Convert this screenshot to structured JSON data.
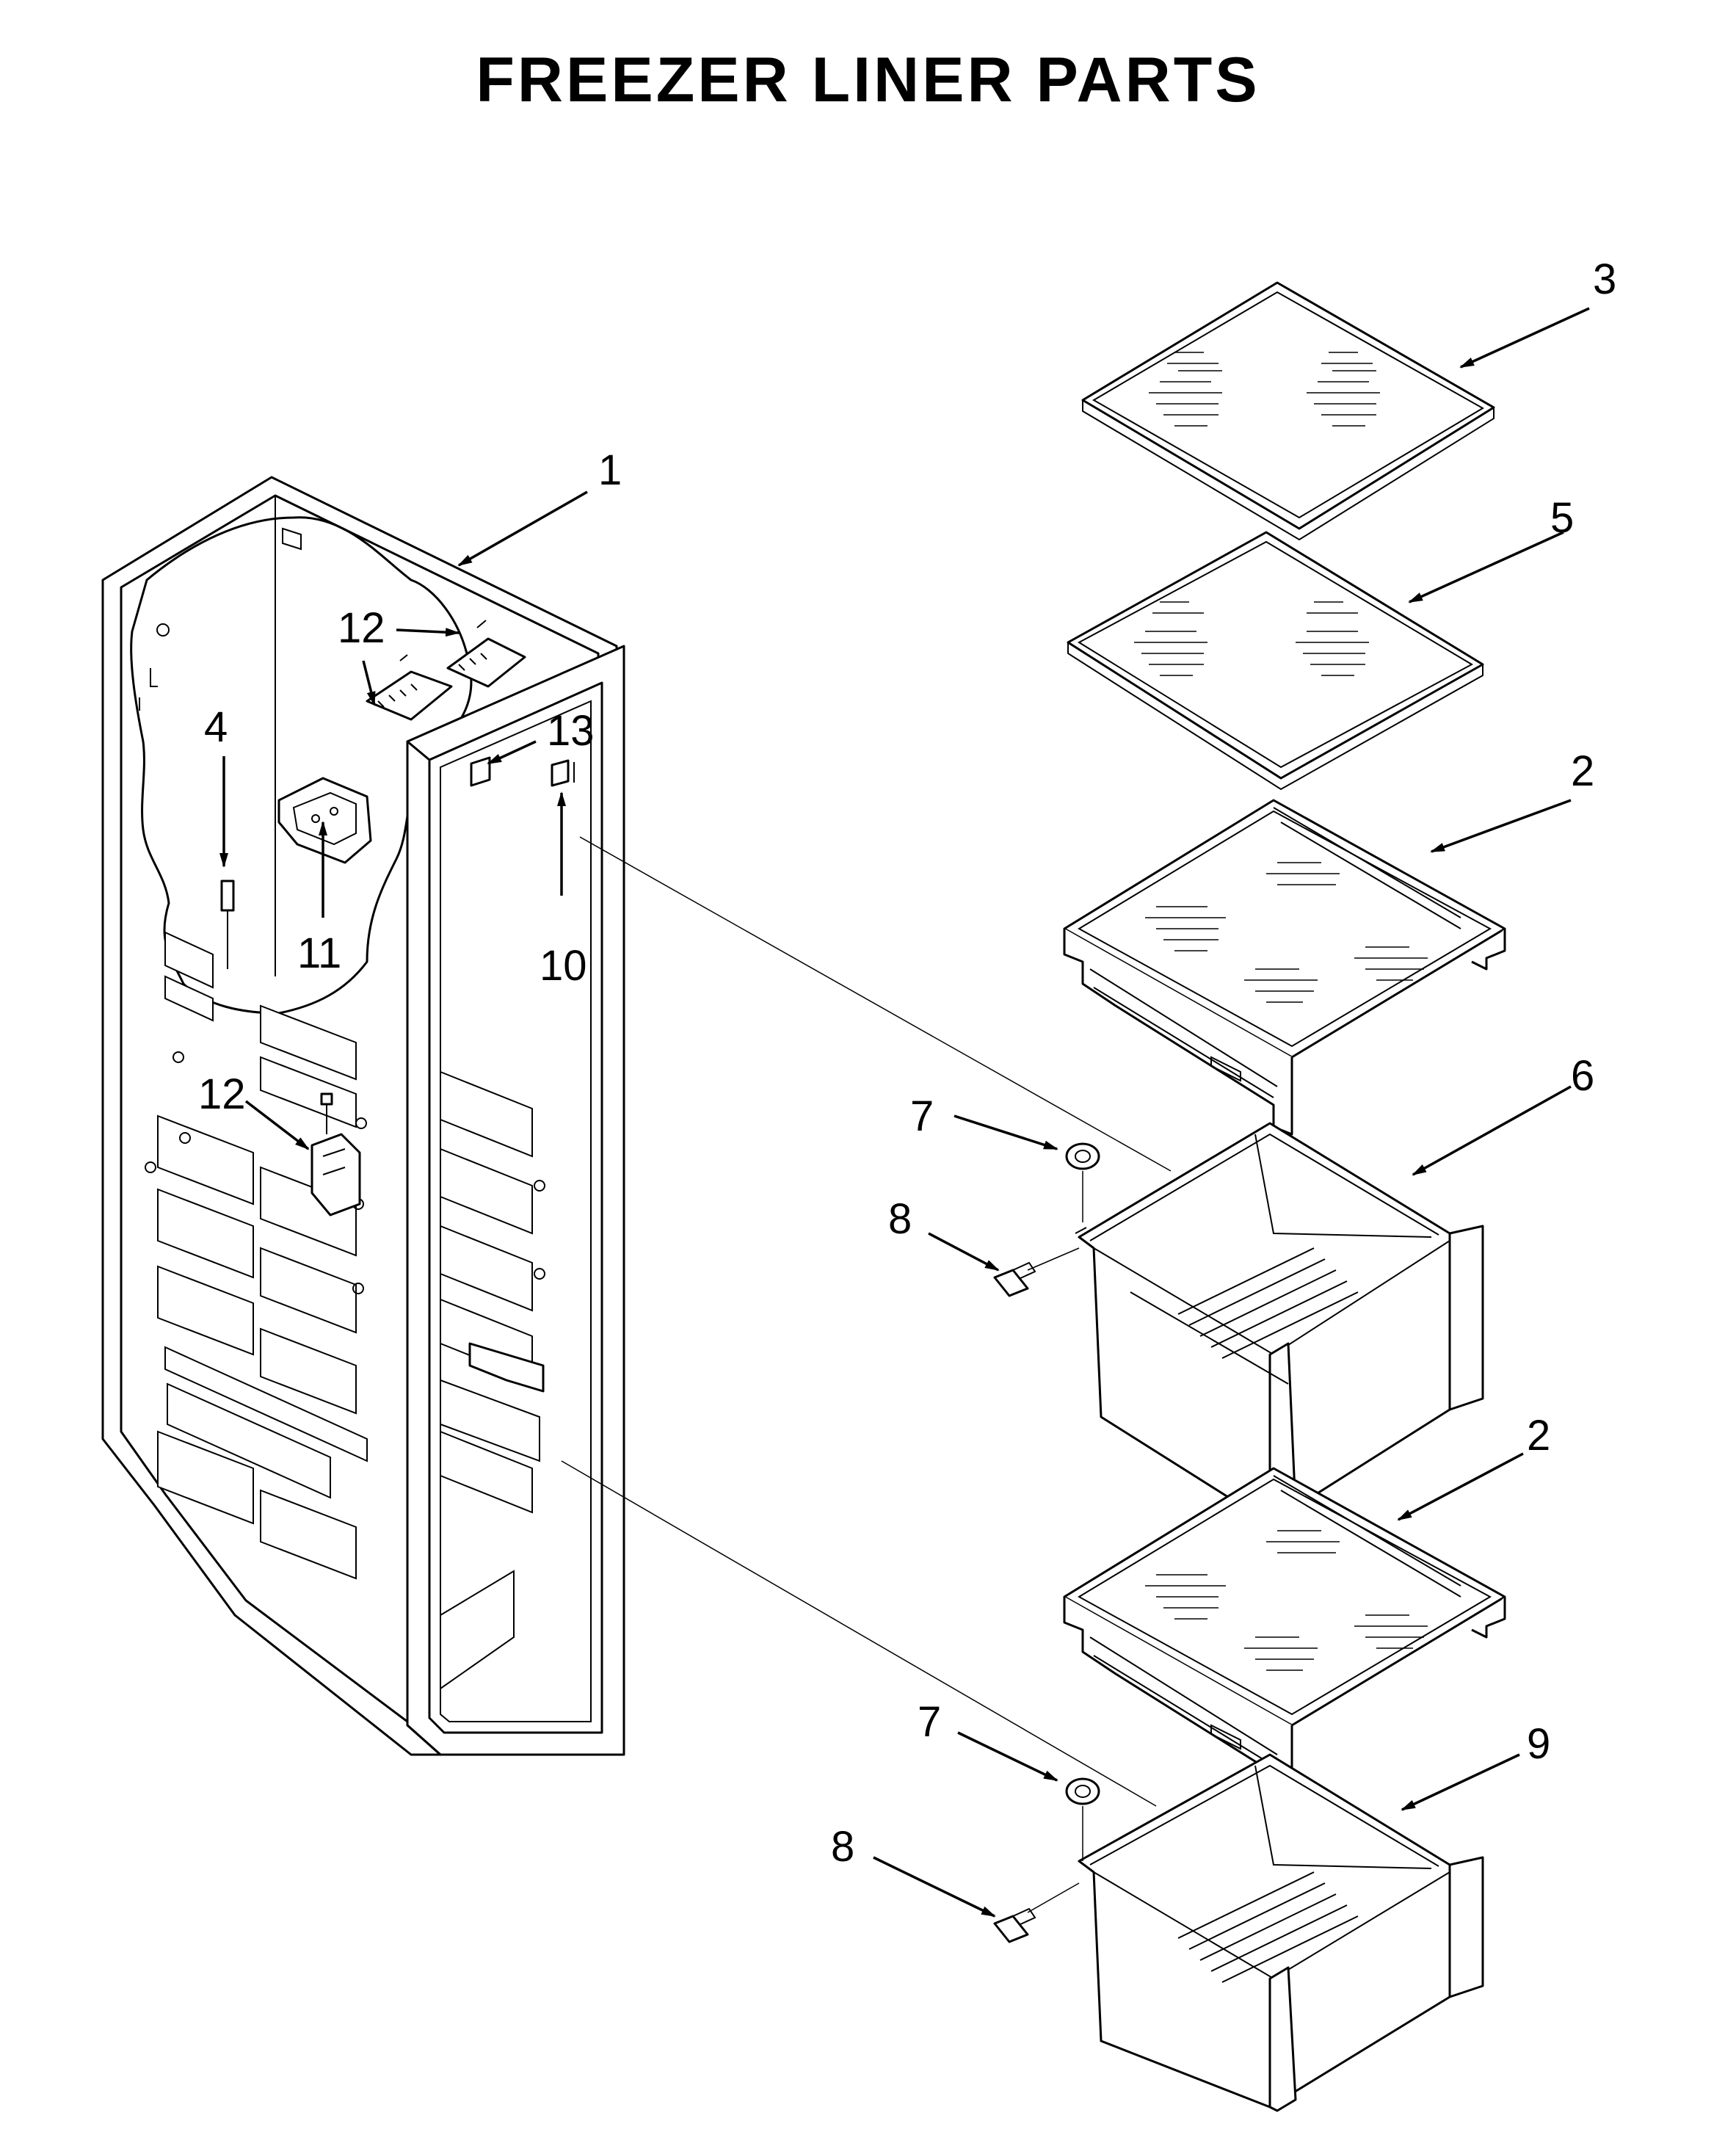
{
  "title": "FREEZER LINER PARTS",
  "callouts": [
    {
      "id": "c1",
      "label": "1"
    },
    {
      "id": "c2a",
      "label": "2"
    },
    {
      "id": "c2b",
      "label": "2"
    },
    {
      "id": "c3",
      "label": "3"
    },
    {
      "id": "c4",
      "label": "4"
    },
    {
      "id": "c5",
      "label": "5"
    },
    {
      "id": "c6",
      "label": "6"
    },
    {
      "id": "c7a",
      "label": "7"
    },
    {
      "id": "c7b",
      "label": "7"
    },
    {
      "id": "c8a",
      "label": "8"
    },
    {
      "id": "c8b",
      "label": "8"
    },
    {
      "id": "c9",
      "label": "9"
    },
    {
      "id": "c10",
      "label": "10"
    },
    {
      "id": "c11",
      "label": "11"
    },
    {
      "id": "c12a",
      "label": "12"
    },
    {
      "id": "c12b",
      "label": "12"
    },
    {
      "id": "c13",
      "label": "13"
    }
  ]
}
